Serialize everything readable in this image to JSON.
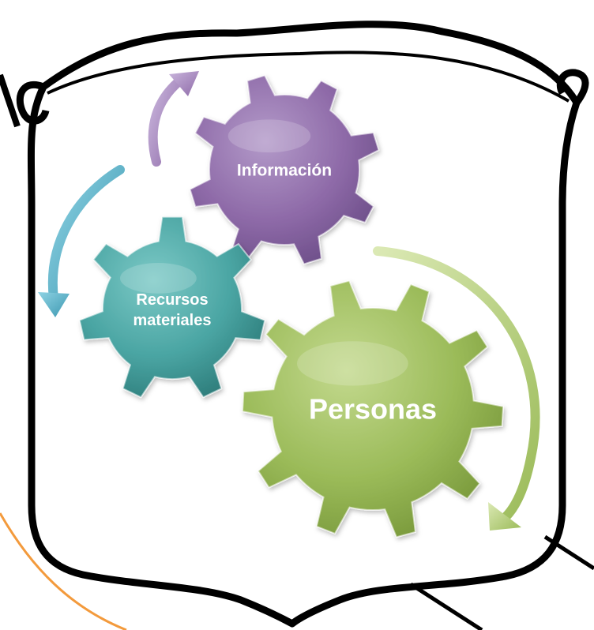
{
  "diagram": {
    "gears": [
      {
        "id": "informacion",
        "label_lines": [
          "Información"
        ],
        "color": "#8e6aa8"
      },
      {
        "id": "recursos",
        "label_lines": [
          "Recursos",
          "materiales"
        ],
        "color": "#4aa5a3"
      },
      {
        "id": "personas",
        "label_lines": [
          "Personas"
        ],
        "color": "#9bbb59"
      }
    ],
    "arrow_colors": {
      "purple": "#9b7fb8",
      "teal": "#4bacc6",
      "green": "#b5cf74"
    },
    "frame_color": "#000000",
    "accent_line_color": "#f39a3c"
  }
}
